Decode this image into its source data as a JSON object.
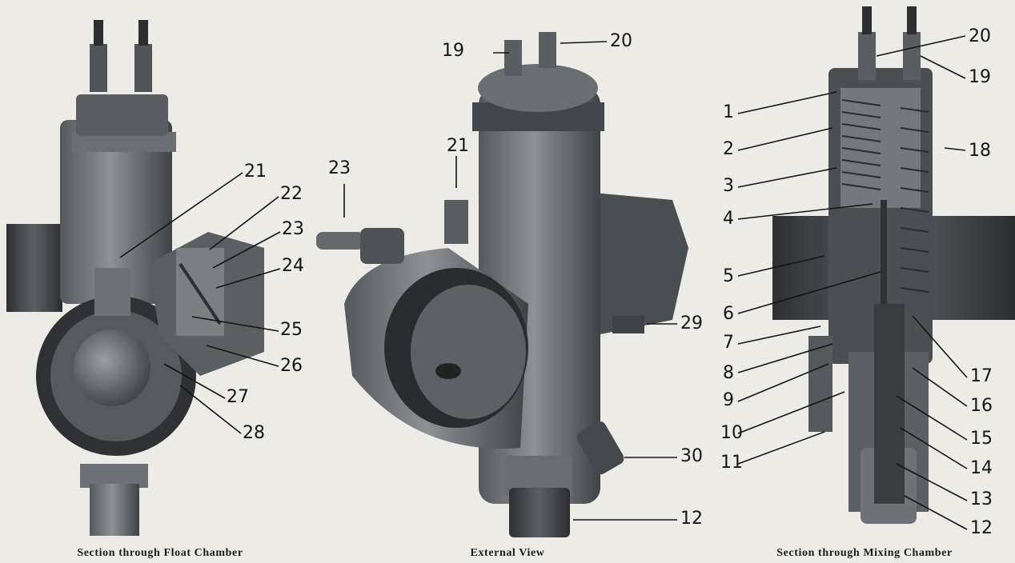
{
  "captions": {
    "float": "Section through Float Chamber",
    "external": "External View",
    "mixing": "Section through Mixing Chamber"
  },
  "callouts": {
    "float": [
      "21",
      "22",
      "23",
      "24",
      "25",
      "26",
      "27",
      "28"
    ],
    "external": [
      "19",
      "20",
      "21",
      "23",
      "29",
      "30",
      "12"
    ],
    "mixing": [
      "1",
      "2",
      "3",
      "4",
      "5",
      "6",
      "7",
      "8",
      "9",
      "10",
      "11",
      "20",
      "19",
      "18",
      "17",
      "16",
      "15",
      "14",
      "13",
      "12"
    ]
  },
  "colors": {
    "background": "#ecebe6",
    "metal_dark": "#3a3c40",
    "metal_mid": "#6d7075",
    "metal_light": "#a4a7ab",
    "ink": "#151515"
  }
}
